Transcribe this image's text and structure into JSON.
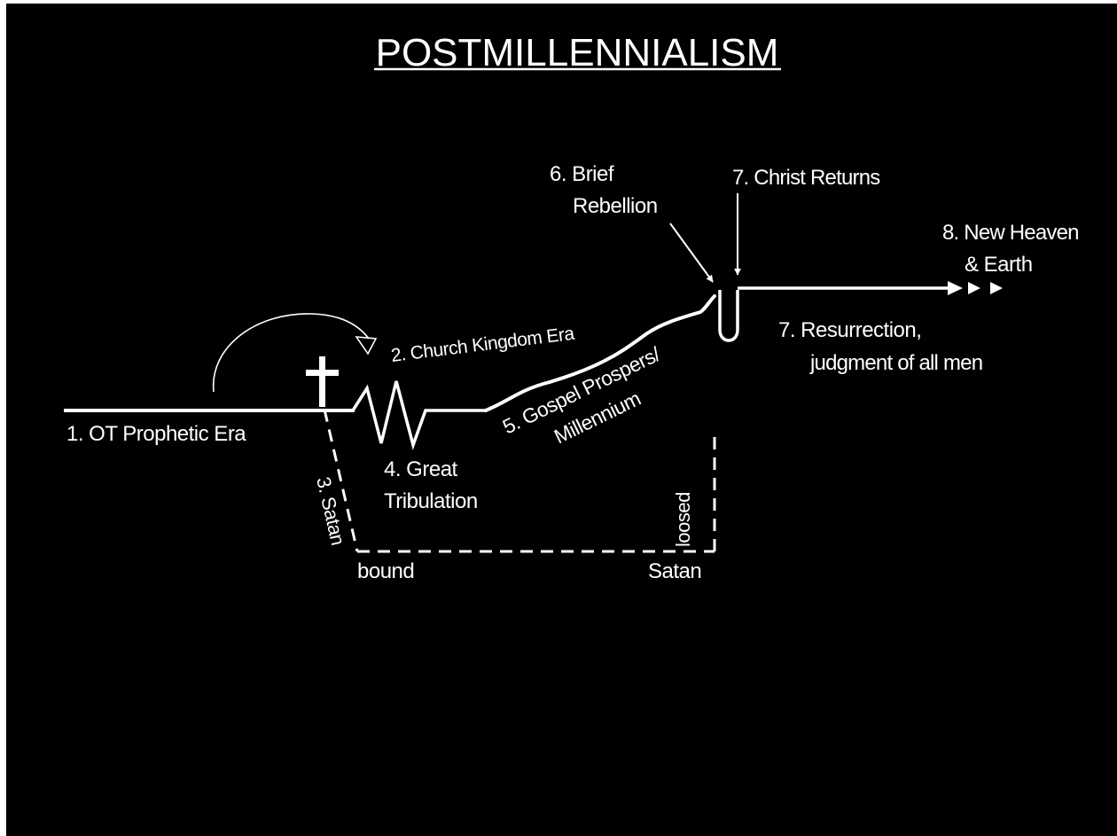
{
  "title": "POSTMILLENNIALISM",
  "labels": {
    "ot_prophetic_era": "1. OT Prophetic Era",
    "church_kingdom_era": "2. Church Kingdom Era",
    "satan_3": "3. Satan",
    "bound": "bound",
    "great_1": "4. Great",
    "great_2": "Tribulation",
    "gospel_1": "5. Gospel Prospers/",
    "gospel_2": "Millennium",
    "brief_1": "6. Brief",
    "brief_2": "Rebellion",
    "christ_returns": "7. Christ Returns",
    "resurrection_1": "7.  Resurrection,",
    "resurrection_2": "judgment of all men",
    "new_heaven_1": "8. New Heaven",
    "new_heaven_2": "& Earth",
    "satan": "Satan",
    "loosed": "loosed"
  },
  "colors": {
    "background": "#000000",
    "foreground": "#ffffff"
  }
}
